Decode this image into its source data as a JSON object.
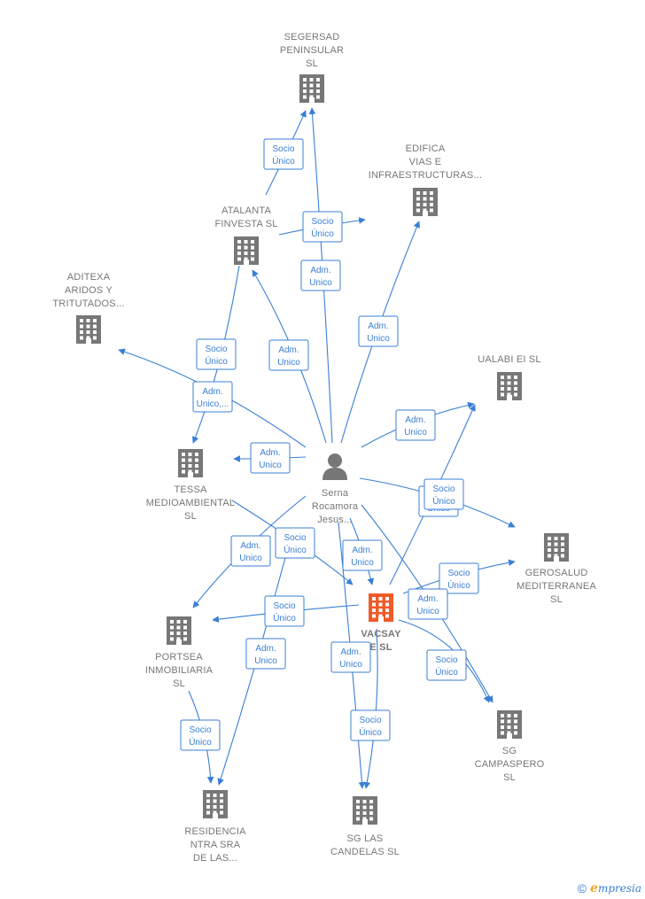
{
  "nodes": [
    {
      "id": "segersad",
      "type": "company",
      "lines": [
        "SEGERSAD",
        "PENINSULAR",
        "SL"
      ]
    },
    {
      "id": "edifica",
      "type": "company",
      "lines": [
        "EDIFICA",
        "VIAS E",
        "INFRAESTRUCTURAS..."
      ]
    },
    {
      "id": "atalanta",
      "type": "company",
      "lines": [
        "ATALANTA",
        "FINVESTA  SL"
      ]
    },
    {
      "id": "aditexa",
      "type": "company",
      "lines": [
        "ADITEXA",
        "ARIDOS Y",
        "TRITUTADOS..."
      ]
    },
    {
      "id": "ualabi",
      "type": "company",
      "lines": [
        "UALABI EI  SL"
      ]
    },
    {
      "id": "tessa",
      "type": "company",
      "lines": [
        "TESSA",
        "MEDIOAMBIENTAL",
        "SL"
      ]
    },
    {
      "id": "serna",
      "type": "person",
      "lines": [
        "Serna",
        "Rocamora",
        "Jesus..."
      ]
    },
    {
      "id": "gerosalud",
      "type": "company",
      "lines": [
        "GEROSALUD",
        "MEDITERRANEA",
        "SL"
      ]
    },
    {
      "id": "vacsay",
      "type": "main",
      "lines": [
        "VACSAY",
        "E  SL"
      ]
    },
    {
      "id": "portsea",
      "type": "company",
      "lines": [
        "PORTSEA",
        "INMOBILIARIA",
        "SL"
      ]
    },
    {
      "id": "campaspero",
      "type": "company",
      "lines": [
        "SG",
        "CAMPASPERO",
        "SL"
      ]
    },
    {
      "id": "residencia",
      "type": "company",
      "lines": [
        "RESIDENCIA",
        "NTRA SRA",
        "DE LAS..."
      ]
    },
    {
      "id": "candelas",
      "type": "company",
      "lines": [
        "SG LAS",
        "CANDELAS  SL"
      ]
    }
  ],
  "edges": [
    {
      "label": [
        "Socio",
        "Único"
      ]
    },
    {
      "label": [
        "Socio",
        "Único"
      ]
    },
    {
      "label": [
        "Adm.",
        "Unico"
      ]
    },
    {
      "label": [
        "Adm.",
        "Unico"
      ]
    },
    {
      "label": [
        "Socio",
        "Único"
      ]
    },
    {
      "label": [
        "Adm.",
        "Unico"
      ]
    },
    {
      "label": [
        "Adm.",
        "Unico,..."
      ]
    },
    {
      "label": [
        "Adm.",
        "Unico"
      ]
    },
    {
      "label": [
        "Adm.",
        "Unico"
      ]
    },
    {
      "label": [
        "Socio",
        "Único"
      ]
    },
    {
      "label": [
        "Socio",
        "Único"
      ]
    },
    {
      "label": [
        "Adm.",
        "Unico"
      ]
    },
    {
      "label": [
        "Socio",
        "Único"
      ]
    },
    {
      "label": [
        "Adm.",
        "Unico"
      ]
    },
    {
      "label": [
        "Socio",
        "Único"
      ]
    },
    {
      "label": [
        "Adm.",
        "Unico"
      ]
    },
    {
      "label": [
        "Socio",
        "Único"
      ]
    },
    {
      "label": [
        "Socio",
        "Único"
      ]
    },
    {
      "label": [
        "Adm.",
        "Unico"
      ]
    },
    {
      "label": [
        "Adm.",
        "Unico"
      ]
    },
    {
      "label": [
        "Socio",
        "Único"
      ]
    },
    {
      "label": [
        "Socio",
        "Único"
      ]
    }
  ],
  "footer": {
    "copyright": "©",
    "brand_initial": "e",
    "brand_rest": "mpresia"
  },
  "colors": {
    "edge": "#3a7fd5",
    "company": "#777777",
    "main": "#f05a28",
    "person": "#777777"
  },
  "icons": {
    "company": "building-icon",
    "person": "person-icon"
  }
}
